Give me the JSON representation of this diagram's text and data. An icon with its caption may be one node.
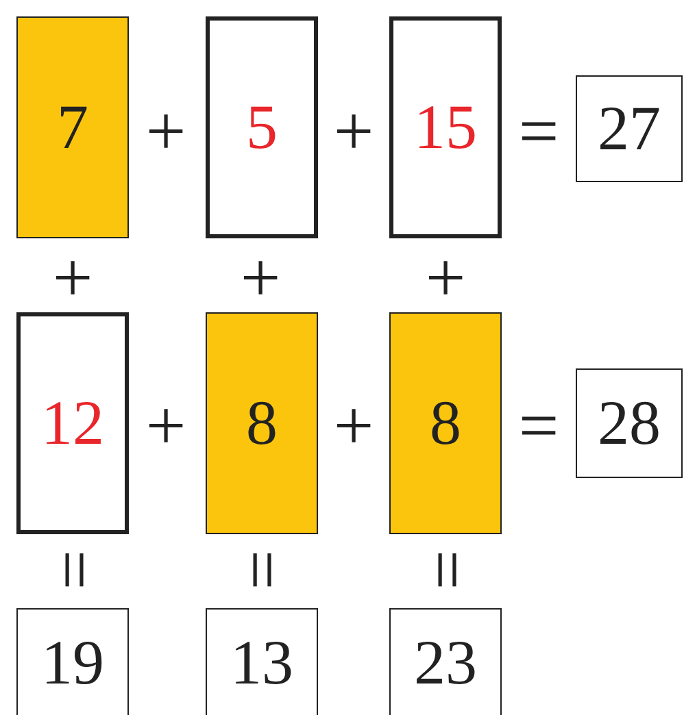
{
  "diagram": {
    "nodes": [
      {
        "text": [
          "7"
        ]
      },
      {
        "text": [
          "5"
        ]
      },
      {
        "text": [
          "15"
        ]
      },
      {
        "text": [
          "27"
        ]
      },
      {
        "text": [
          "12"
        ]
      },
      {
        "text": [
          "8"
        ]
      },
      {
        "text": [
          "8"
        ]
      },
      {
        "text": [
          "28"
        ]
      },
      {
        "text": [
          "19"
        ]
      },
      {
        "text": [
          "13"
        ]
      },
      {
        "text": [
          "23"
        ]
      }
    ],
    "labels": [
      "+",
      "+",
      "=",
      "+",
      "+",
      "+",
      "+",
      "+",
      "=",
      "=",
      "=",
      "="
    ]
  }
}
